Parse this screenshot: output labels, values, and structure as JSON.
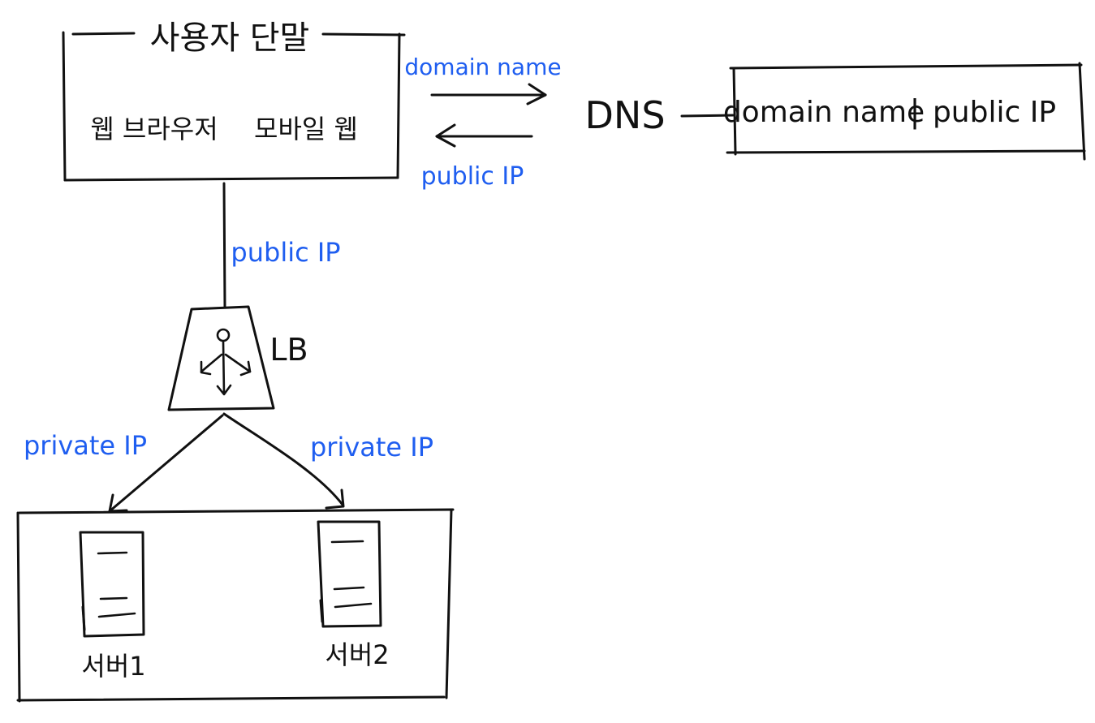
{
  "colors": {
    "ink": "#111111",
    "annotation": "#1f5ef0",
    "background": "#ffffff"
  },
  "client": {
    "title": "사용자 단말",
    "web_browser": "웹 브라우저",
    "mobile_web": "모바일 웹"
  },
  "dns": {
    "label": "DNS",
    "record_name": "domain name",
    "record_separator": "|",
    "record_ip": "public IP"
  },
  "arrows": {
    "request_label": "domain name",
    "response_label": "public IP",
    "client_to_lb_label": "public IP",
    "lb_to_server1_label": "private IP",
    "lb_to_server2_label": "private IP"
  },
  "load_balancer": {
    "label": "LB",
    "icon": "person-with-arrows-icon"
  },
  "servers": [
    {
      "label": "서버1",
      "icon": "server-icon"
    },
    {
      "label": "서버2",
      "icon": "server-icon"
    }
  ]
}
